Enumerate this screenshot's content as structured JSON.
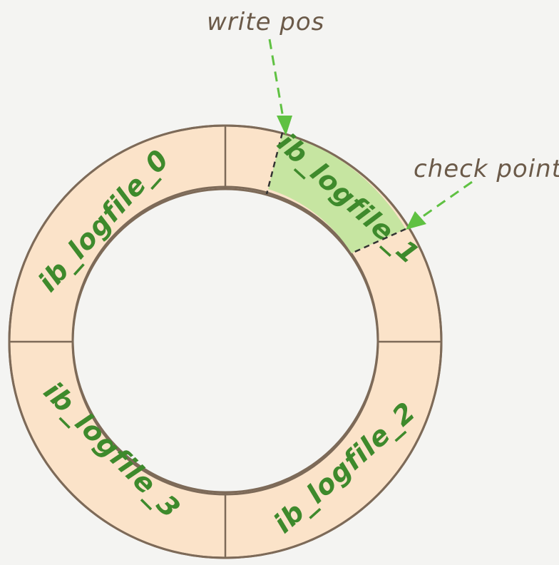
{
  "diagram": {
    "labels": {
      "write_pos": "write pos",
      "check_point": "check point",
      "segment_0": "ib_logfile_0",
      "segment_1": "ib_logfile_1",
      "segment_2": "ib_logfile_2",
      "segment_3": "ib_logfile_3"
    },
    "colors": {
      "ring_fill": "#fbe3c9",
      "ring_stroke": "#7d6a58",
      "active_fill": "#c6e5a1",
      "arrow": "#5fc142",
      "text_green": "#3e8a2c",
      "text_brown": "#6b5a49",
      "background": "#f4f4f2"
    }
  }
}
